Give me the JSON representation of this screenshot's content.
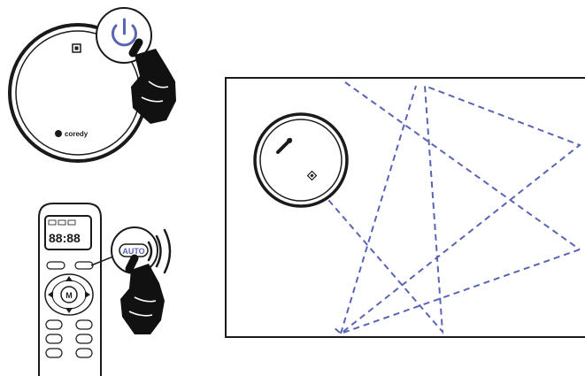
{
  "robot": {
    "brand": "coredy",
    "power_icon": "power-icon"
  },
  "remote": {
    "display_digits": "88:88",
    "auto_button_label": "AUTO",
    "center_button_label": "M",
    "signal_icon": "wireless-signal-icon"
  },
  "room": {
    "path_style": "dashed",
    "path_color": "#5a64b4"
  },
  "colors": {
    "accent": "#5a64b4",
    "line": "#1a1a1a"
  }
}
